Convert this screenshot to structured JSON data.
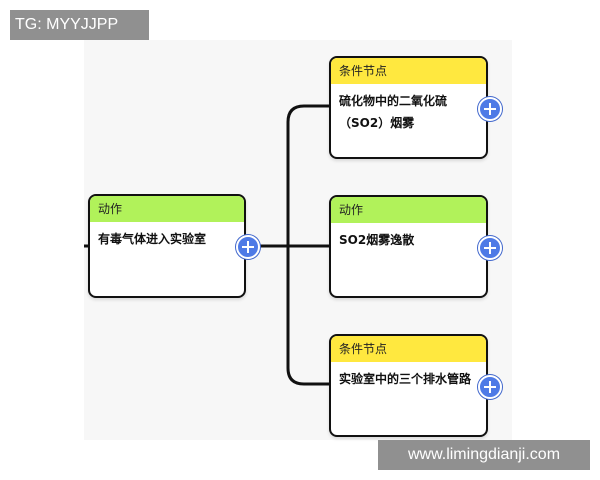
{
  "watermarks": {
    "top": "TG: MYYJJPP",
    "bottom": "www.limingdianji.com"
  },
  "nodes": {
    "root": {
      "header": "动作",
      "text": "有毒气体进入实验室",
      "header_color": "#b1f25a"
    },
    "child1": {
      "header": "条件节点",
      "text": "硫化物中的二氧化硫（SO2）烟雾",
      "header_color": "#ffe83f"
    },
    "child2": {
      "header": "动作",
      "text": "SO2烟雾逸散",
      "header_color": "#b1f25a"
    },
    "child3": {
      "header": "条件节点",
      "text": "实验室中的三个排水管路",
      "header_color": "#ffe83f"
    }
  },
  "icons": {
    "add": "plus-circle-icon"
  },
  "colors": {
    "action_header": "#b1f25a",
    "condition_header": "#ffe83f",
    "add_button": "#4e7ae6",
    "connector": "#111111"
  }
}
